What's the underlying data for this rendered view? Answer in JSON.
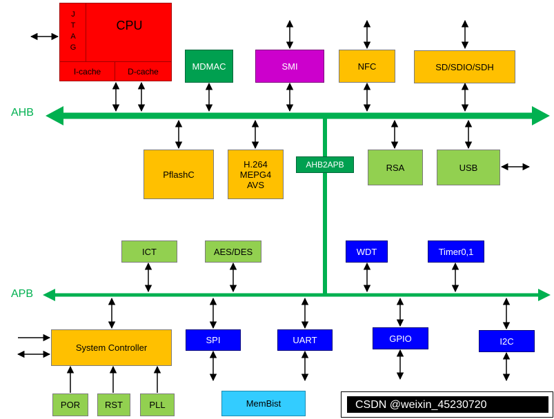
{
  "buses": {
    "ahb_label": "AHB",
    "apb_label": "APB",
    "bridge_label": "AHB2APB",
    "bus_color": "#00b050"
  },
  "cpu": {
    "title": "CPU",
    "jtag_letters": [
      "J",
      "T",
      "A",
      "G"
    ],
    "icache": "I-cache",
    "dcache": "D-cache"
  },
  "ahb_top_blocks": {
    "mdmac": "MDMAC",
    "smi": "SMI",
    "nfc": "NFC",
    "sdio": "SD/SDIO/SDH"
  },
  "ahb_bottom_blocks": {
    "pflashc": "PflashC",
    "h264": [
      "H.264",
      "MEPG4",
      "AVS"
    ],
    "rsa": "RSA",
    "usb": "USB"
  },
  "apb_top_blocks": {
    "ict": "ICT",
    "aes": "AES/DES",
    "wdt": "WDT",
    "timer": "Timer0,1"
  },
  "apb_bottom_blocks": {
    "sysctrl": "System Controller",
    "spi": "SPI",
    "uart": "UART",
    "gpio": "GPIO",
    "i2c": "I2C",
    "por": "POR",
    "rst": "RST",
    "pll": "PLL",
    "membist": "MemBist"
  },
  "watermark": {
    "text": "CSDN @weixin_45230720"
  },
  "colors": {
    "cpu_red": "#ff0000",
    "green": "#92d050",
    "orange": "#ffc000",
    "blue": "#0000ff",
    "purple": "#cc00cc",
    "teal": "#00a050",
    "cyan": "#33ccff"
  }
}
